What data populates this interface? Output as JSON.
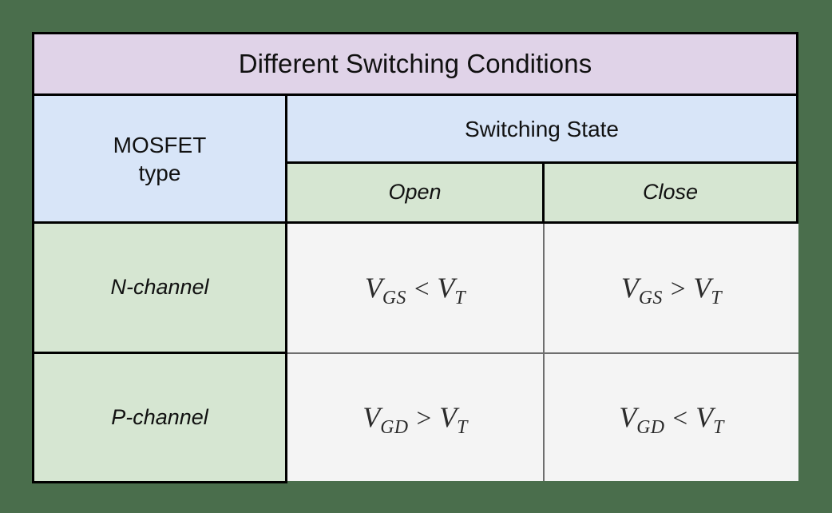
{
  "table": {
    "title": "Different Switching Conditions",
    "headers": {
      "row_label": {
        "line1": "MOSFET",
        "line2": "type"
      },
      "group_label": "Switching State",
      "columns": [
        "Open",
        "Close"
      ]
    },
    "rows": [
      {
        "label": "N-channel",
        "cells": [
          {
            "var": "V",
            "sub": "GS",
            "rel": "<",
            "var2": "V",
            "sub2": "T",
            "text": "V_GS < V_T"
          },
          {
            "var": "V",
            "sub": "GS",
            "rel": ">",
            "var2": "V",
            "sub2": "T",
            "text": "V_GS > V_T"
          }
        ]
      },
      {
        "label": "P-channel",
        "cells": [
          {
            "var": "V",
            "sub": "GD",
            "rel": ">",
            "var2": "V",
            "sub2": "T",
            "text": "V_GD > V_T"
          },
          {
            "var": "V",
            "sub": "GD",
            "rel": "<",
            "var2": "V",
            "sub2": "T",
            "text": "V_GD < V_T"
          }
        ]
      }
    ]
  },
  "colors": {
    "page_background": "#4a6e4c",
    "title_background": "#e0d3e8",
    "header_blue": "#d8e5f8",
    "header_green": "#d6e6d2",
    "cell_background": "#f4f4f4",
    "border_strong": "#000000",
    "border_light": "#6e6e6e",
    "text": "#111111"
  }
}
